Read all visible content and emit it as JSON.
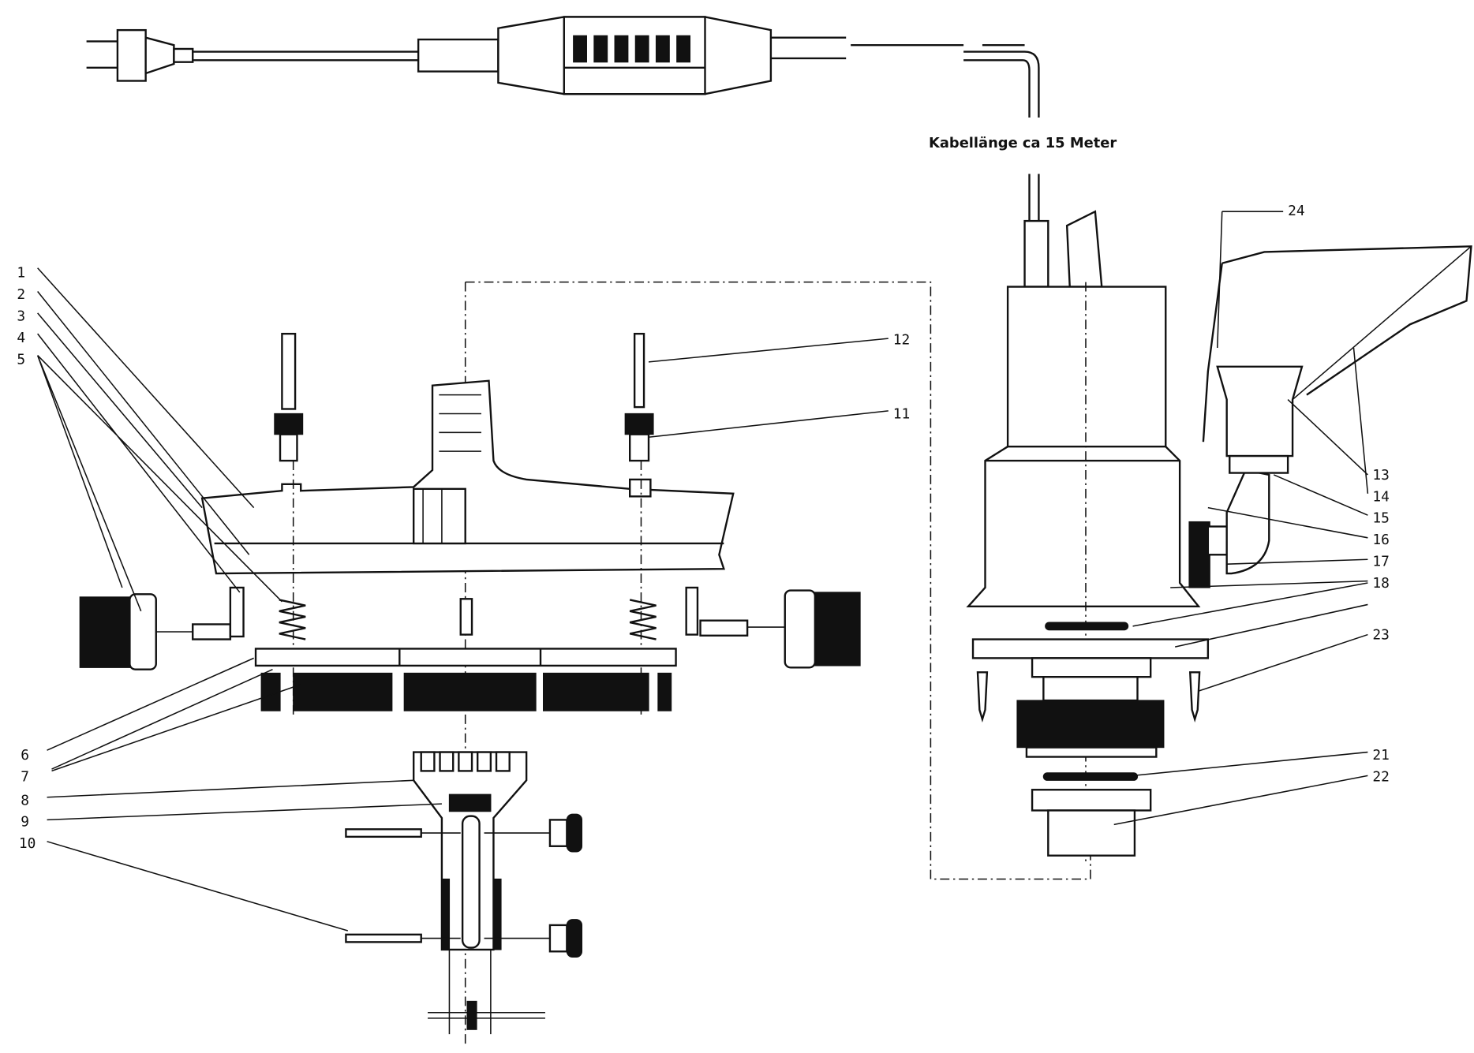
{
  "diagram": {
    "cable_caption": "Kabellänge ca 15 Meter",
    "labels": {
      "l1": "1",
      "l2": "2",
      "l3": "3",
      "l4": "4",
      "l5": "5",
      "l6": "6",
      "l7": "7",
      "l8": "8",
      "l9": "9",
      "l10": "10",
      "l11": "11",
      "l12": "12",
      "l13": "13",
      "l14": "14",
      "l15": "15",
      "l16": "16",
      "l17": "17",
      "l18": "18",
      "l21": "21",
      "l22": "22",
      "l23": "23",
      "l24": "24"
    }
  }
}
